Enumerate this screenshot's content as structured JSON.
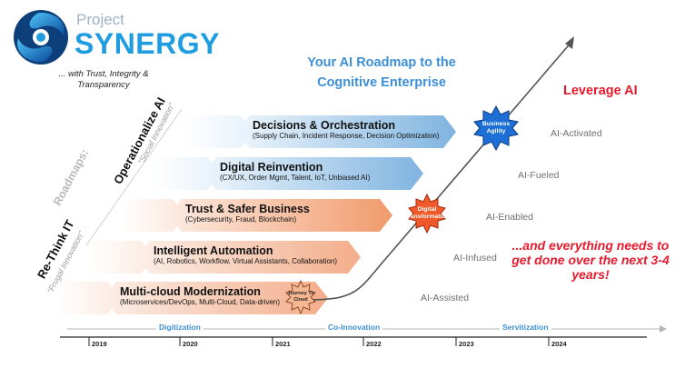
{
  "logo": {
    "project": "Project",
    "synergy": "SYNERGY",
    "tagline": "... with Trust, Integrity & Transparency"
  },
  "roadmap_title": "Your AI Roadmap to the Cognitive Enterprise",
  "leverage": "Leverage AI",
  "everything": "...and everything needs to get done over the next 3-4 years!",
  "rotated": {
    "roadmaps": "Roadmaps:",
    "operationalize": "Operationalize AI",
    "social": "\"Social Innovation\"",
    "rethink": "Re-Think IT",
    "frugal": "\"Frugal Innovation\""
  },
  "bars": [
    {
      "title": "Decisions & Orchestration",
      "subtitle": "(Supply Chain, Incident Response, Decision Optimization)",
      "color": "#7fb4e0"
    },
    {
      "title": "Digital Reinvention",
      "subtitle": "(CX/UX, Order Mgmt, Talent, IoT, Unbiased AI)",
      "color": "#7fb4e0"
    },
    {
      "title": "Trust & Safer Business",
      "subtitle": "(Cybersecurity, Fraud, Blockchain)",
      "color": "#f19a6c"
    },
    {
      "title": "Intelligent Automation",
      "subtitle": "(AI, Robotics, Workflow, Virtual Assistants, Collaboration)",
      "color": "#f3ad8a"
    },
    {
      "title": "Multi-cloud Modernization",
      "subtitle": "(Microservices/DevOps, Multi-Cloud, Data-driven)",
      "color": "#f3ad8a"
    }
  ],
  "ai_levels": [
    "AI-Activated",
    "AI-Fueled",
    "AI-Enabled",
    "AI-Infused",
    "AI-Assisted"
  ],
  "badges": {
    "journey": "Journey To Cloud",
    "transformation": "Digital Transformation",
    "agility": "Business Agility"
  },
  "phases": [
    "Digitization",
    "Co-Innovation",
    "Servitization"
  ],
  "years": [
    "2019",
    "2020",
    "2021",
    "2022",
    "2023",
    "2024"
  ],
  "colors": {
    "accent_blue": "#3d8fd6",
    "red": "#e8192c",
    "orange": "#f19a6c",
    "light_blue": "#7fb4e0",
    "gray_text": "#6d7074"
  }
}
